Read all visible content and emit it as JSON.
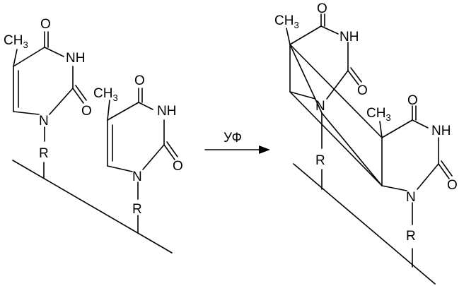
{
  "diagram": {
    "arrow_label": "УФ",
    "atoms": {
      "methyl_c": "CH",
      "methyl_sub": "3",
      "oxygen": "O",
      "nh": "NH",
      "nitrogen": "N",
      "residue": "R"
    }
  }
}
